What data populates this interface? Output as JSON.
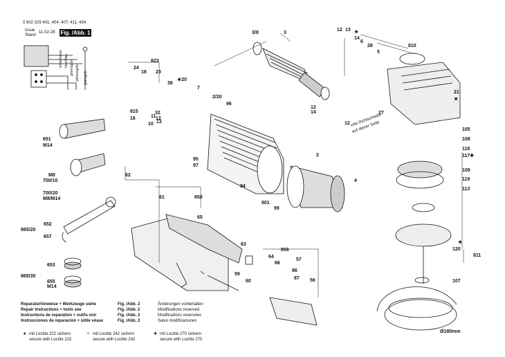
{
  "header": {
    "part_number": "0 602 329 401; 404; 407; 411, 434",
    "issue_label": "Issue",
    "stand_label": "Stand",
    "date": "11-02-28",
    "fig_label": "Fig. /Abb. 1"
  },
  "wire_labels": [
    "white/weiss",
    "blue/blau",
    "green/grün",
    "yellow/gelb",
    "grün/gelb"
  ],
  "parts": [
    {
      "id": "p3_8",
      "text": "3/8"
    },
    {
      "id": "p3",
      "text": "3"
    },
    {
      "id": "p12a",
      "text": "12"
    },
    {
      "id": "p13",
      "text": "13"
    },
    {
      "id": "pstar14",
      "text": "★"
    },
    {
      "id": "p14a",
      "text": "14"
    },
    {
      "id": "p6",
      "text": "6"
    },
    {
      "id": "p28",
      "text": "28"
    },
    {
      "id": "p810",
      "text": "810"
    },
    {
      "id": "p5",
      "text": "5"
    },
    {
      "id": "p823",
      "text": "823"
    },
    {
      "id": "p24",
      "text": "24"
    },
    {
      "id": "p18",
      "text": "18"
    },
    {
      "id": "p23",
      "text": "23"
    },
    {
      "id": "p36",
      "text": "36"
    },
    {
      "id": "pstar20",
      "text": "★20"
    },
    {
      "id": "p7",
      "text": "7"
    },
    {
      "id": "p2_20",
      "text": "2/20"
    },
    {
      "id": "p96",
      "text": "96"
    },
    {
      "id": "p27",
      "text": "27"
    },
    {
      "id": "p21",
      "text": "21"
    },
    {
      "id": "pstar21",
      "text": "★"
    },
    {
      "id": "p815",
      "text": "815"
    },
    {
      "id": "p32",
      "text": "32"
    },
    {
      "id": "p16",
      "text": "16"
    },
    {
      "id": "p11",
      "text": "11"
    },
    {
      "id": "p12b",
      "text": "12"
    },
    {
      "id": "p13b",
      "text": "13"
    },
    {
      "id": "p10",
      "text": "10"
    },
    {
      "id": "p12c",
      "text": "12"
    },
    {
      "id": "p14b",
      "text": "14"
    },
    {
      "id": "p12d",
      "text": "12"
    },
    {
      "id": "p105",
      "text": "105"
    },
    {
      "id": "p108",
      "text": "108"
    },
    {
      "id": "p118",
      "text": "118"
    },
    {
      "id": "p117",
      "text": "117✚"
    },
    {
      "id": "p651",
      "text": "651"
    },
    {
      "id": "pM14a",
      "text": "M14"
    },
    {
      "id": "p2",
      "text": "2"
    },
    {
      "id": "p95",
      "text": "95"
    },
    {
      "id": "p97",
      "text": "97"
    },
    {
      "id": "p109",
      "text": "109"
    },
    {
      "id": "p119",
      "text": "119"
    },
    {
      "id": "p113",
      "text": "113"
    },
    {
      "id": "pM8",
      "text": "M8"
    },
    {
      "id": "p700_10",
      "text": "700/10"
    },
    {
      "id": "p62",
      "text": "62"
    },
    {
      "id": "p4",
      "text": "4"
    },
    {
      "id": "p94",
      "text": "94"
    },
    {
      "id": "p700_20",
      "text": "700/20"
    },
    {
      "id": "pM8M14",
      "text": "M8/M14"
    },
    {
      "id": "p61",
      "text": "61"
    },
    {
      "id": "p858",
      "text": "858"
    },
    {
      "id": "p801",
      "text": "801"
    },
    {
      "id": "p99",
      "text": "99"
    },
    {
      "id": "p652",
      "text": "652"
    },
    {
      "id": "p865_20",
      "text": "865/20"
    },
    {
      "id": "p65",
      "text": "65"
    },
    {
      "id": "p657",
      "text": "657"
    },
    {
      "id": "p63",
      "text": "63"
    },
    {
      "id": "p856",
      "text": "856"
    },
    {
      "id": "pstar120",
      "text": "★"
    },
    {
      "id": "p120",
      "text": "120"
    },
    {
      "id": "p64",
      "text": "64"
    },
    {
      "id": "p66",
      "text": "66"
    },
    {
      "id": "p57",
      "text": "57"
    },
    {
      "id": "p811",
      "text": "811"
    },
    {
      "id": "p653",
      "text": "653"
    },
    {
      "id": "p865_30",
      "text": "865/30"
    },
    {
      "id": "p655",
      "text": "655"
    },
    {
      "id": "pM14b",
      "text": "M14"
    },
    {
      "id": "p86",
      "text": "86"
    },
    {
      "id": "p59",
      "text": "59"
    },
    {
      "id": "p60",
      "text": "60"
    },
    {
      "id": "p87",
      "text": "87"
    },
    {
      "id": "p56",
      "text": "56"
    },
    {
      "id": "p107",
      "text": "107"
    },
    {
      "id": "p180",
      "text": "Ø180mm"
    }
  ],
  "seal_note": [
    "rote Dichtscheibe",
    "auf dieser Seite"
  ],
  "legend": {
    "left": [
      {
        "text": "Reparaturhinweise + Werkzeuge siehe",
        "ref": "Fig. /Abb. 2"
      },
      {
        "text": "Repair Instructions + tools see",
        "ref": "Fig. /Abb. 2"
      },
      {
        "text": "Instructions de reparation + outils voir",
        "ref": "Fig. /Abb. 2"
      },
      {
        "text": "Instrucciones de reparacion + ùitile véase",
        "ref": "Fig. /Abb. 2"
      }
    ],
    "right": [
      "Änderungen vorbehalten",
      "Modifications reserved",
      "Modifications reservées",
      "Salvo modificaciones"
    ]
  },
  "loctite": [
    {
      "sym": "★",
      "l1": "mit Loctite 222 sichern",
      "l2": "secure with Loctite 222"
    },
    {
      "sym": "✧",
      "l1": "mit Loctite 242 sichern",
      "l2": "secure with Loctite 242"
    },
    {
      "sym": "✚",
      "l1": "mit Loctite 270 sichern",
      "l2": "secure with Loctite 270"
    }
  ]
}
